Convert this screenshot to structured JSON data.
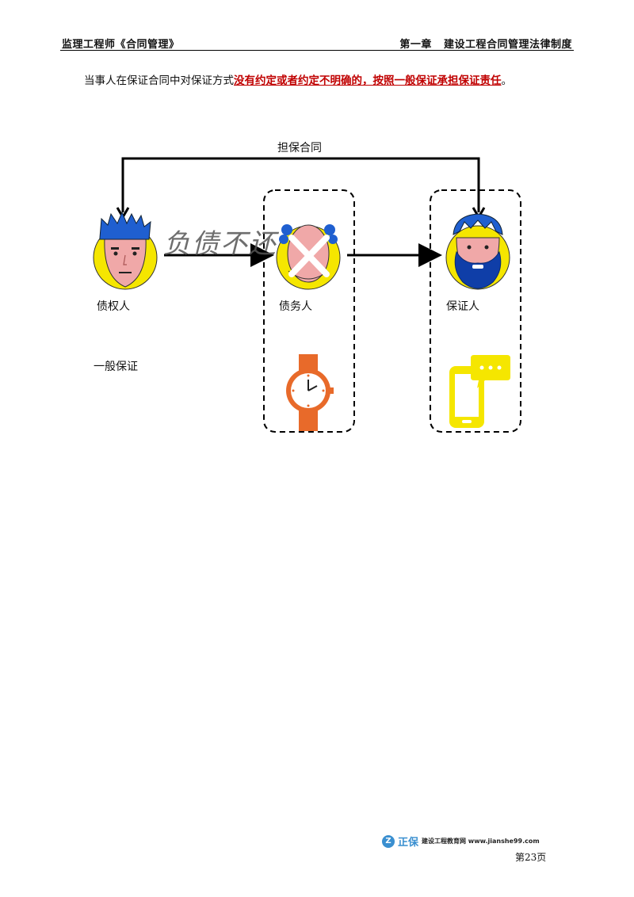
{
  "header": {
    "left": "监理工程师《合同管理》",
    "right": "第一章   建设工程合同管理法律制度"
  },
  "body": {
    "text_normal": "当事人在保证合同中对保证方式",
    "text_highlight": "没有约定或者约定不明确的，按照一般保证承担保证责任",
    "text_end": "。"
  },
  "diagram": {
    "contract_label": "担保合同",
    "creditor_label": "债权人",
    "debtor_label": "债务人",
    "guarantor_label": "保证人",
    "type_label": "一般保证",
    "arrow_text": "负债不还"
  },
  "footer": {
    "badge": "Z",
    "brand": "正保",
    "site": "建设工程教育网 www.jianshe99.com",
    "page_number": "第23页"
  },
  "colors": {
    "highlight": "#c00000",
    "creditor_hair": "#1f5fd0",
    "face": "#f0a8a8",
    "ring_yellow": "#f5e600",
    "watch": "#e86a2a",
    "phone": "#f5e600"
  }
}
